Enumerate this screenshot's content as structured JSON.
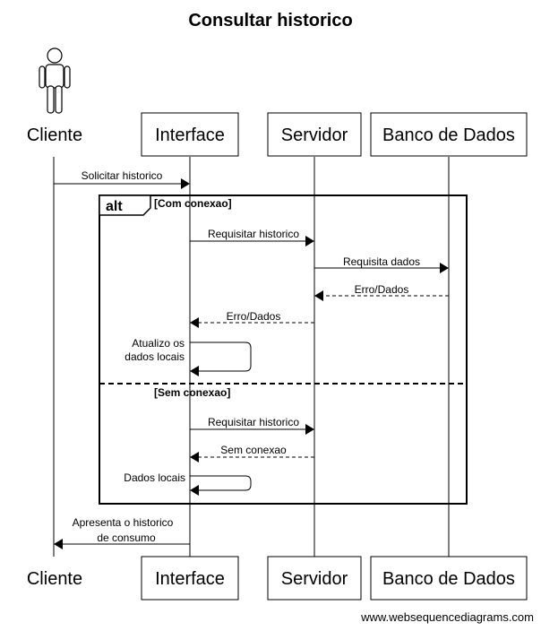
{
  "title": "Consultar historico",
  "participants": {
    "cliente": "Cliente",
    "interface": "Interface",
    "servidor": "Servidor",
    "banco": "Banco de Dados"
  },
  "frame": {
    "operator": "alt",
    "guard1": "[Com conexao]",
    "guard2": "[Sem conexao]"
  },
  "messages": {
    "m1": "Solicitar historico",
    "m2": "Requisitar historico",
    "m3": "Requisita dados",
    "m4": "Erro/Dados",
    "m5": "Erro/Dados",
    "m6_line1": "Atualizo os",
    "m6_line2": "dados locais",
    "m7": "Requisitar historico",
    "m8": "Sem conexao",
    "m9": "Dados locais",
    "m10_line1": "Apresenta o historico",
    "m10_line2": "de consumo"
  },
  "footer": "www.websequencediagrams.com"
}
